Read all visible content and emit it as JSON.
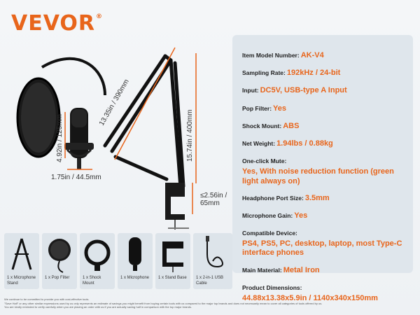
{
  "brand": {
    "name": "VEVOR",
    "mark": "®"
  },
  "dimensions": {
    "arm_length": "13.35in / 390mm",
    "arm_height": "15.74in / 400mm",
    "mic_height": "4.92in / 125mm",
    "mic_width": "1.75in / 44.5mm",
    "clamp_opening": "≤2.56in / 65mm"
  },
  "specs": [
    {
      "key": "Item Model Number:",
      "value": "AK-V4",
      "layout": "inline"
    },
    {
      "key": "Sampling Rate:",
      "value": "192kHz / 24-bit",
      "layout": "inline"
    },
    {
      "key": "Input:",
      "value": "DC5V, USB-type A Input",
      "layout": "inline"
    },
    {
      "key": "Pop Filter:",
      "value": "Yes",
      "layout": "inline"
    },
    {
      "key": "Shock Mount:",
      "value": "ABS",
      "layout": "inline"
    },
    {
      "key": "Net Weight:",
      "value": "1.94lbs / 0.88kg",
      "layout": "inline"
    },
    {
      "key": "One-click Mute:",
      "value": "Yes, With noise reduction function (green light always on)",
      "layout": "block"
    },
    {
      "key": "Headphone Port Size:",
      "value": "3.5mm",
      "layout": "inline"
    },
    {
      "key": "Microphone Gain:",
      "value": "Yes",
      "layout": "inline"
    },
    {
      "key": "Compatible Device:",
      "value": "PS4, PS5, PC, desktop, laptop, most Type-C interface phones",
      "layout": "block"
    },
    {
      "key": "Main Material:",
      "value": "Metal Iron",
      "layout": "inline"
    },
    {
      "key": "Product Dimensions:",
      "value": "44.88x13.38x5.9in / 1140x340x150mm",
      "layout": "block"
    }
  ],
  "package": [
    {
      "label": "1 x Microphone Stand",
      "icon": "stand-icon"
    },
    {
      "label": "1 x Pop Filter",
      "icon": "pop-filter-icon"
    },
    {
      "label": "1 x Shock Mount",
      "icon": "shock-mount-icon"
    },
    {
      "label": "1 x Microphone",
      "icon": "microphone-icon"
    },
    {
      "label": "1 x Stand Base",
      "icon": "stand-base-icon"
    },
    {
      "label": "1 x 2-in-1 USB Cable",
      "icon": "usb-cable-icon"
    }
  ],
  "footnote": [
    "We continue to be committed to provide you with cost-effective tools.",
    "\"Save Half\" or any other similar expressions used by us only represents an estimate of savings you might benefit from buying certain tools with us compared to the major top brands and does not necessarily mean to cover all categories of tools offered by us.",
    "You are kindly reminded to verify carefully when you are placing an order with us if you are actually saving half in comparison with the top major brands."
  ],
  "colors": {
    "accent": "#e8651b",
    "panel": "#dfe6ec",
    "background": "#f1f4f7"
  }
}
